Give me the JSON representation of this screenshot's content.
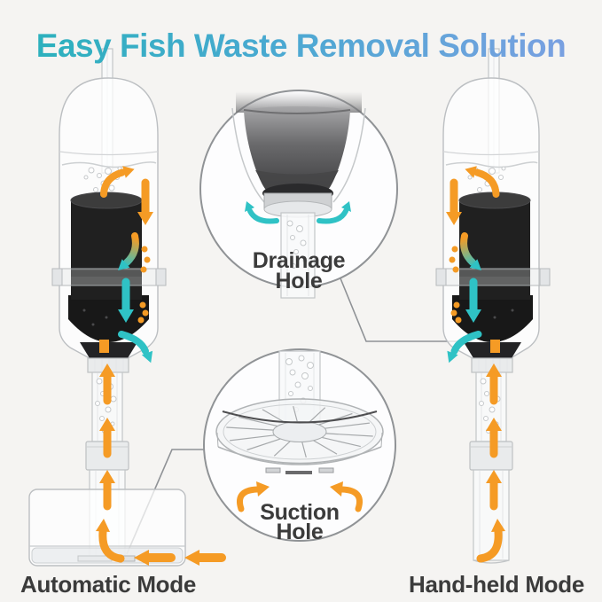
{
  "title": "Easy Fish Waste Removal Solution",
  "callouts": {
    "drainage": {
      "line1": "Drainage",
      "line2": "Hole"
    },
    "suction": {
      "line1": "Suction",
      "line2": "Hole"
    }
  },
  "modes": {
    "automatic": "Automatic Mode",
    "handheld": "Hand-held Mode"
  },
  "icons": {
    "orange_flow_arrow": "➜",
    "teal_flow_arrow": "➜",
    "bubble": "○"
  },
  "colors": {
    "background": "#f5f4f2",
    "accent_orange": "#f59b25",
    "accent_teal": "#2fc2c5",
    "title_gradient_start": "#28b2ba",
    "title_gradient_end": "#7f9fe3",
    "label_text": "#3b3b3b",
    "outline_gray": "#8f9296"
  }
}
